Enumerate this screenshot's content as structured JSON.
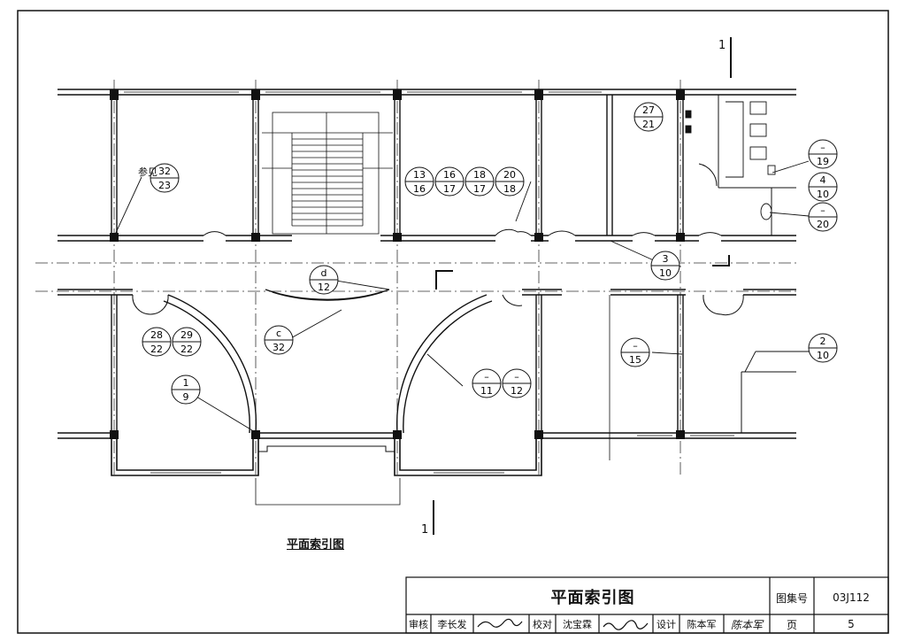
{
  "drawing": {
    "caption": "平面索引图",
    "section_mark": "1",
    "side_note": "参见"
  },
  "index_markers": [
    {
      "top": "32",
      "bottom": "23"
    },
    {
      "top": "13",
      "bottom": "16"
    },
    {
      "top": "16",
      "bottom": "17"
    },
    {
      "top": "18",
      "bottom": "17"
    },
    {
      "top": "20",
      "bottom": "18"
    },
    {
      "top": "27",
      "bottom": "21"
    },
    {
      "top": "–",
      "bottom": "19"
    },
    {
      "top": "4",
      "bottom": "10"
    },
    {
      "top": "–",
      "bottom": "20"
    },
    {
      "top": "3",
      "bottom": "10"
    },
    {
      "top": "d",
      "bottom": "12"
    },
    {
      "top": "c",
      "bottom": "32"
    },
    {
      "top": "28",
      "bottom": "22"
    },
    {
      "top": "29",
      "bottom": "22"
    },
    {
      "top": "1",
      "bottom": "9"
    },
    {
      "top": "–",
      "bottom": "11"
    },
    {
      "top": "–",
      "bottom": "12"
    },
    {
      "top": "–",
      "bottom": "15"
    },
    {
      "top": "2",
      "bottom": "10"
    }
  ],
  "title_block": {
    "title": "平面索引图",
    "atlas_label": "图集号",
    "atlas_no": "03J112",
    "page_label": "页",
    "page_no": "5",
    "review_label": "审核",
    "reviewer": "李长发",
    "check_label": "校对",
    "checker": "沈宝霖",
    "design_label": "设计",
    "designer": "陈本军",
    "designer_sign": "陈本军"
  }
}
